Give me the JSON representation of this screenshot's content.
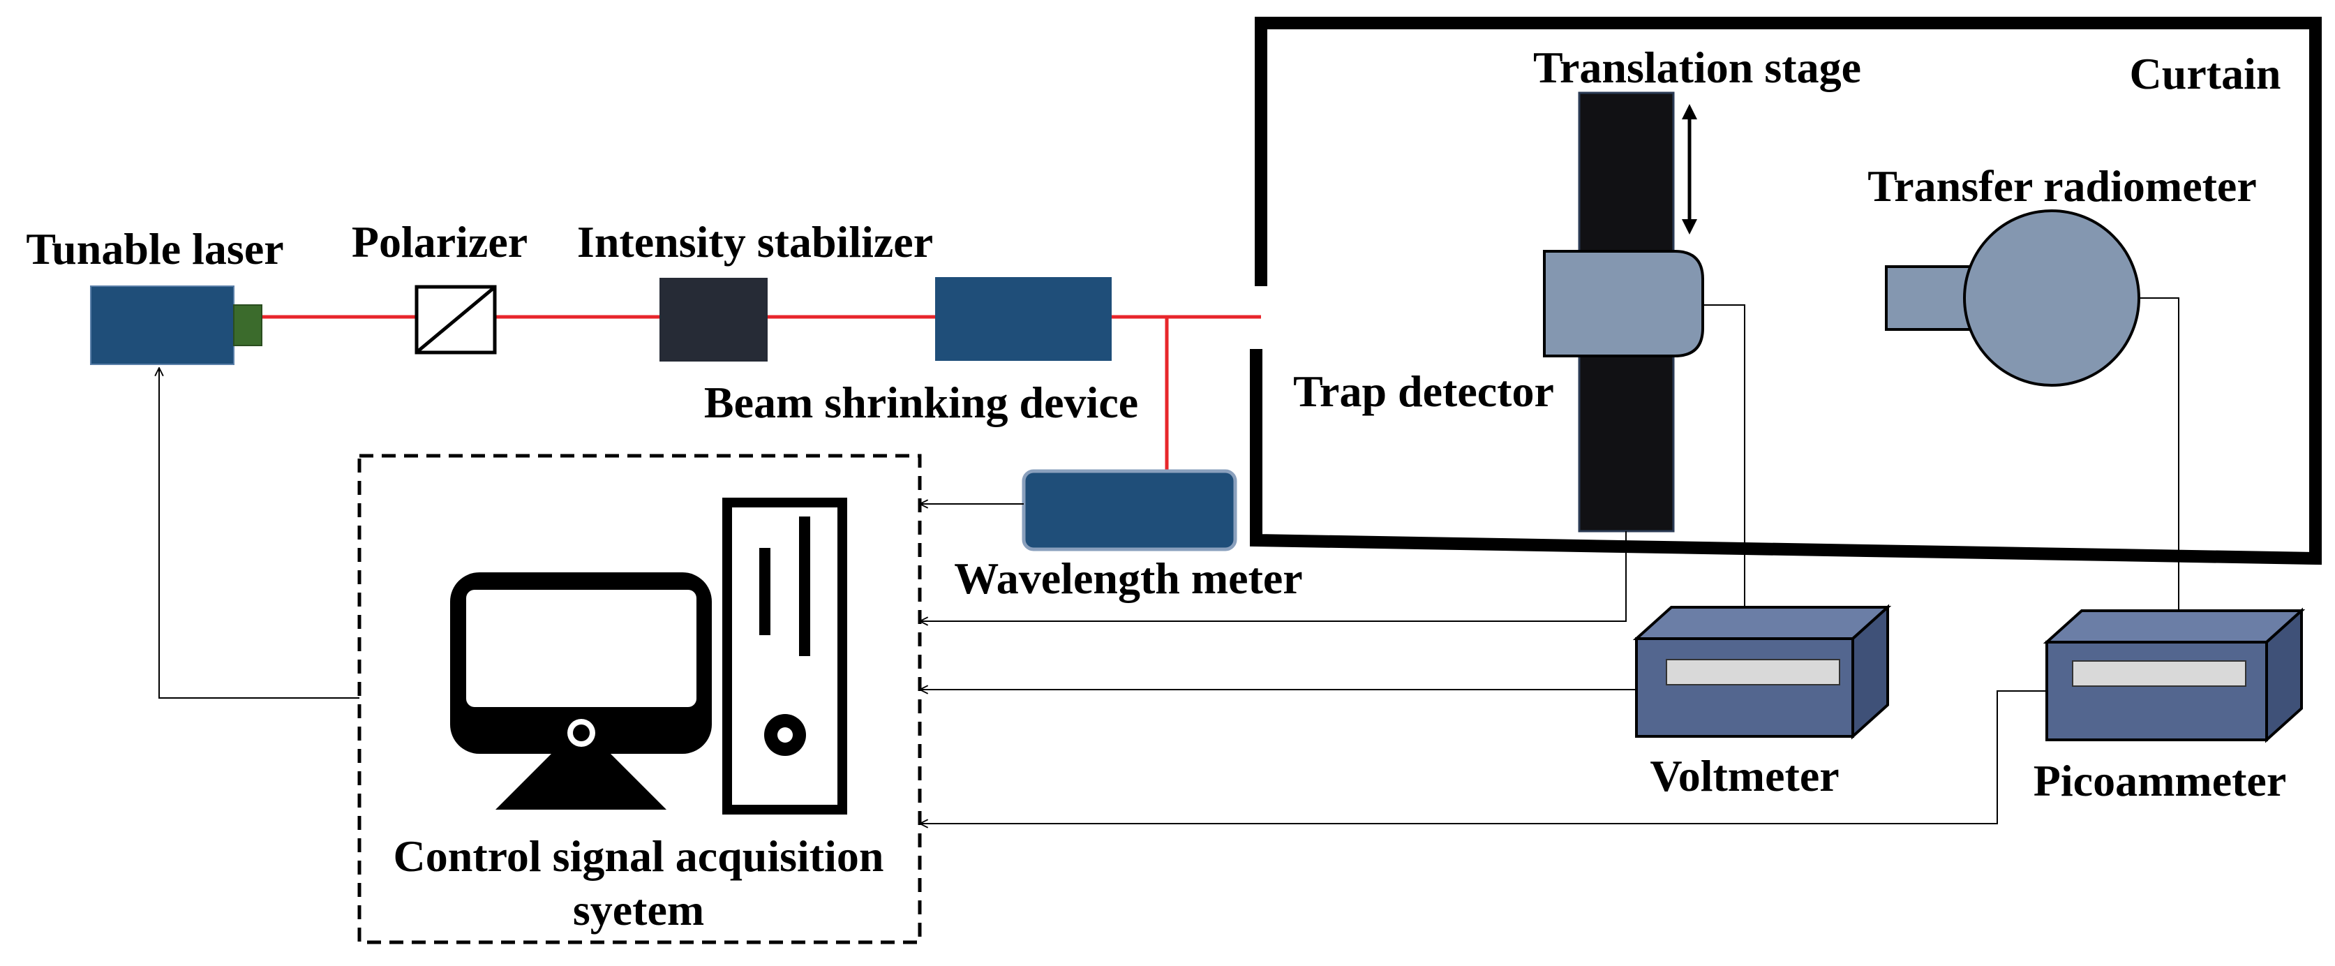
{
  "labels": {
    "tunable_laser": "Tunable laser",
    "polarizer": "Polarizer",
    "intensity_stabilizer": "Intensity stabilizer",
    "beam_shrinking": "Beam shrinking device",
    "wavelength_meter": "Wavelength meter",
    "translation_stage": "Translation stage",
    "curtain": "Curtain",
    "transfer_radiometer": "Transfer radiometer",
    "trap_detector": "Trap detector",
    "voltmeter": "Voltmeter",
    "picoammeter": "Picoammeter",
    "control_line1": "Control signal acquisition",
    "control_line2": "syetem"
  },
  "colors": {
    "laser_beam": "#e8262b",
    "device_blue": "#1f4e79",
    "stabilizer_dark": "#262b36",
    "laser_output": "#3b6b2c",
    "stage_black": "#111114",
    "detector_gray": "#8497b0",
    "meter_front": "#53668f",
    "meter_top": "#6b7ea6",
    "meter_side": "#3f5178",
    "meter_display": "#d9d9d9"
  }
}
